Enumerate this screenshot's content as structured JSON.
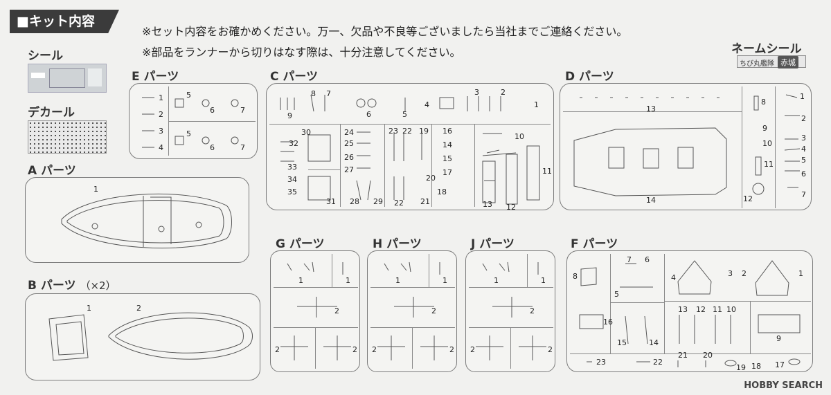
{
  "header": {
    "title": "■キット内容"
  },
  "notices": [
    "※セット内容をお確かめください。万一、欠品や不良等ございましたら当社までご連絡ください。",
    "※部品をランナーから切りはなす際は、十分注意してください。"
  ],
  "left": {
    "seal_label": "シール",
    "decal_label": "デカール",
    "a_label": "A パーツ",
    "b_label": "B パーツ",
    "b_count": "（×2）"
  },
  "name_seal": {
    "title": "ネームシール",
    "sub": "ちび丸艦隊",
    "ship": "赤城"
  },
  "sections": {
    "E": "E パーツ",
    "C": "C パーツ",
    "D": "D パーツ",
    "G": "G パーツ",
    "H": "H パーツ",
    "J": "J パーツ",
    "F": "F パーツ"
  },
  "watermark": "HOBBY SEARCH"
}
